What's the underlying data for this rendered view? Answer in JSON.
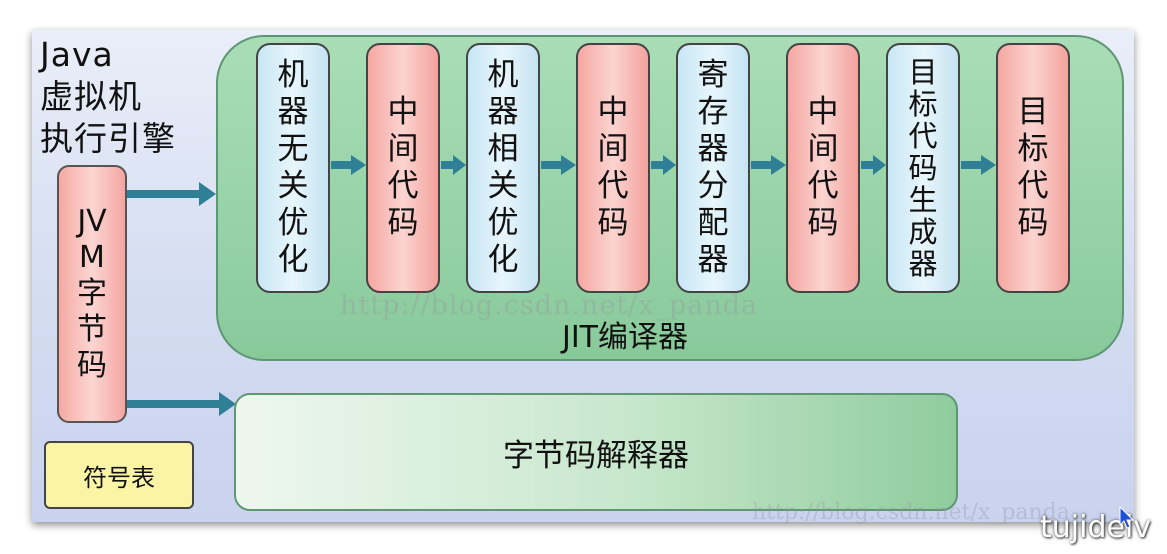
{
  "title": {
    "line1": "Java",
    "line2": "虚拟机",
    "line3": "执行引擎"
  },
  "jit": {
    "label": "JIT编译器",
    "stages": [
      {
        "label": "机器无关优化",
        "kind": "blue"
      },
      {
        "label": "中间代码",
        "kind": "pink"
      },
      {
        "label": "机器相关优化",
        "kind": "blue"
      },
      {
        "label": "中间代码",
        "kind": "pink"
      },
      {
        "label": "寄存器分配器",
        "kind": "blue"
      },
      {
        "label": "中间代码",
        "kind": "pink"
      },
      {
        "label": "目标代码生成器",
        "kind": "blue"
      },
      {
        "label": "目标代码",
        "kind": "pink"
      }
    ]
  },
  "jvm_bytecode": {
    "label": "JVM字节码"
  },
  "interpreter": {
    "label": "字节码解释器"
  },
  "symbol_table": {
    "label": "符号表"
  },
  "watermarks": {
    "center": "http://blog.csdn.net/x_panda",
    "bottom": "http://blog.csdn.net/x_panda"
  },
  "brand": {
    "text": "tujidelv"
  },
  "colors": {
    "arrow": "#2f7f97",
    "jit_bg": "#9dd6ab",
    "blue_stage": "#d7eef8",
    "pink_stage": "#f7b8b3",
    "symbol_bg": "#fbf3a6"
  }
}
